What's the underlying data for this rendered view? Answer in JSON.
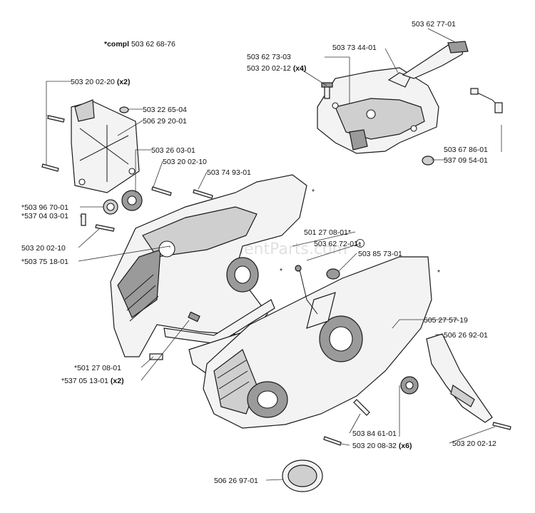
{
  "compl": {
    "prefix": "*compl",
    "number": "503 62 68-76"
  },
  "labels": {
    "l_503627701": "503 62 77-01",
    "l_503734401": "503 73 44-01",
    "l_503627303": "503 62 73-03",
    "l_503200212x4_num": "503 20 02-12",
    "l_503200212x4_qty": "(x4)",
    "l_503200220x2_num": "503 20 02-20",
    "l_503200220x2_qty": "(x2)",
    "l_503226504": "503 22 65-04",
    "l_506292001": "506 29 20-01",
    "l_503260301": "503 26 03-01",
    "l_503200210a": "503 20 02-10",
    "l_503749301": "503 74 93-01",
    "l_503967001": "*503 96 70-01",
    "l_537040301": "*537 04 03-01",
    "l_503200210b": "503 20 02-10",
    "l_503751801": "*503 75 18-01",
    "l_501270801a": "501 27 08-01*",
    "l_503627201": "503 62 72-01",
    "l_503627201_mark": "1",
    "l_503857301": "503 85 73-01",
    "l_503678601": "503 67 86-01",
    "l_537095401": "537 09 54-01",
    "l_505275719": "505 27 57-19",
    "l_506269201": "506 26 92-01",
    "l_501270801b": "*501 27 08-01",
    "l_537051301_num": "*537 05 13-01",
    "l_537051301_qty": "(x2)",
    "l_503846101": "503 84 61-01",
    "l_503200832_num": "503 20 08-32",
    "l_503200832_qty": "(x6)",
    "l_503200212": "503 20 02-12",
    "l_506269701": "506 26 97-01",
    "star_a": "*",
    "star_b": "*",
    "star_c": "*"
  },
  "watermark": "eReplacementParts.com"
}
